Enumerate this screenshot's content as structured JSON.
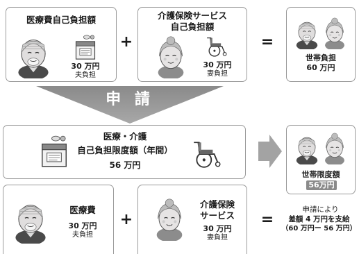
{
  "row1": {
    "medical": {
      "title": "医療費自己負担額",
      "amount": "30 万円",
      "who": "夫負担"
    },
    "plus": "+",
    "care": {
      "title_line1": "介護保険サービス",
      "title_line2": "自己負担額",
      "amount": "30 万円",
      "who": "妻負担"
    },
    "equals": "=",
    "household": {
      "title": "世帯負担",
      "amount": "60 万円"
    }
  },
  "arrow": {
    "label": "申 請"
  },
  "row2": {
    "limit": {
      "line1": "医療・介護",
      "line2": "自己負担限度額（年間）",
      "amount": "56 万円"
    },
    "household_limit": {
      "title": "世帯限度額",
      "amount": "56万円"
    }
  },
  "row3": {
    "medical": {
      "title": "医療費",
      "amount": "30 万円",
      "who": "夫負担"
    },
    "plus": "+",
    "care": {
      "title_line1": "介護保険",
      "title_line2": "サービス",
      "amount": "30 万円",
      "who": "妻負担"
    },
    "equals": "=",
    "result": {
      "line1": "申請により",
      "line2": "差額 4 万円を支給",
      "line3": "（60 万円ー 56 万円）"
    }
  }
}
